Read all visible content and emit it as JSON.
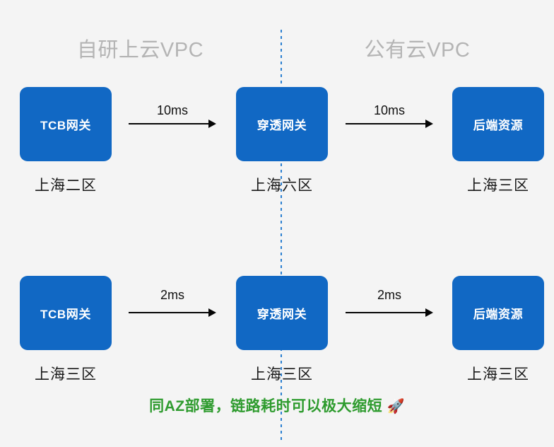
{
  "colors": {
    "background": "#f4f4f4",
    "node_blue": "#1168c4",
    "node_text": "#ffffff",
    "caption_text": "#1a1a1a",
    "zone_title": "#b4b4b4",
    "divider_blue": "#2a7fd0",
    "arrow_black": "#050505",
    "footer_green": "#2e9b2e"
  },
  "zones": {
    "left": "自研上云VPC",
    "right": "公有云VPC"
  },
  "rows": [
    {
      "nodes": [
        {
          "title": "TCB网关",
          "caption": "上海二区"
        },
        {
          "title": "穿透网关",
          "caption": "上海六区"
        },
        {
          "title": "后端资源",
          "caption": "上海三区"
        }
      ],
      "arrows": [
        {
          "label": "10ms"
        },
        {
          "label": "10ms"
        }
      ]
    },
    {
      "nodes": [
        {
          "title": "TCB网关",
          "caption": "上海三区"
        },
        {
          "title": "穿透网关",
          "caption": "上海三区"
        },
        {
          "title": "后端资源",
          "caption": "上海三区"
        }
      ],
      "arrows": [
        {
          "label": "2ms"
        },
        {
          "label": "2ms"
        }
      ]
    }
  ],
  "footer": {
    "text": "同AZ部署，链路耗时可以极大缩短",
    "icon": "🚀",
    "icon_name": "rocket-icon"
  }
}
